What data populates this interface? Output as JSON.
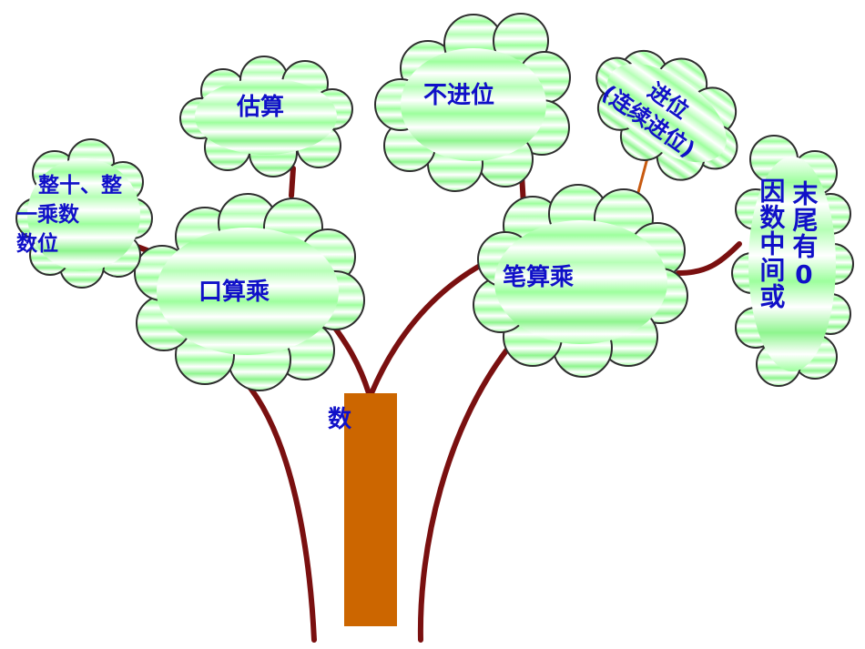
{
  "nodes": {
    "kousuan": "口算乘",
    "bisuan": "笔算乘",
    "gusuan": "估算",
    "bujinwei": "不进位",
    "jinwei": "进位",
    "lianxu": "(连续进位)",
    "zhengshi_line1": "整十、整",
    "zhengshi_line2": "一乘数",
    "zhengshi_line3": "数位",
    "moweiyou0": "末尾有0",
    "yinshu": "因数中间或",
    "trunk_char": "数"
  },
  "colors": {
    "branch": "#7a1010",
    "trunk": "#cc6600",
    "text": "#1010c8",
    "foliage_light": "#ffffff",
    "foliage_green": "#9dff9d",
    "foliage_outline": "#2e2e2e"
  }
}
